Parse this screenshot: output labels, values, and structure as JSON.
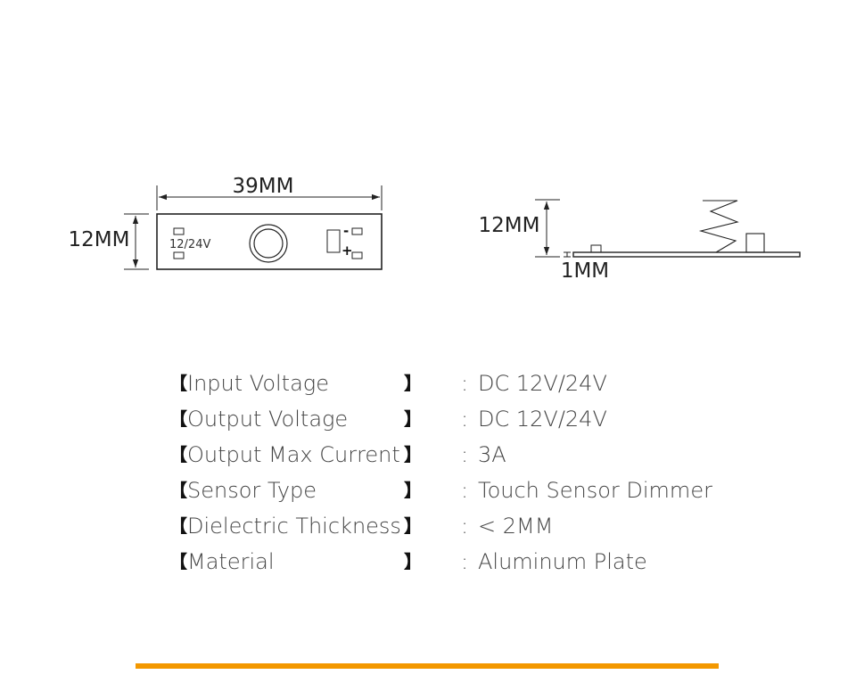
{
  "colors": {
    "accent_bar": "#F39800",
    "line": "#222222"
  },
  "top_view": {
    "width_label": "39MM",
    "height_label": "12MM",
    "voltage_text": "12/24V",
    "minus_symbol": "-",
    "plus_symbol": "+"
  },
  "side_view": {
    "height_label": "12MM",
    "thickness_label": "1MM"
  },
  "specs": [
    {
      "open": "【",
      "label": "Input Voltage",
      "close": "】",
      "colon": ":",
      "value": "DC 12V/24V"
    },
    {
      "open": "【",
      "label": "Output Voltage",
      "close": "】",
      "colon": ":",
      "value": "DC 12V/24V"
    },
    {
      "open": "【",
      "label": "Output Max Current",
      "close": "】",
      "colon": ":",
      "value": "3A"
    },
    {
      "open": "【",
      "label": "Sensor Type",
      "close": "】",
      "colon": ":",
      "value": "Touch Sensor Dimmer"
    },
    {
      "open": "【",
      "label": "Dielectric Thickness",
      "close": "】",
      "colon": ":",
      "value": "< 2MM"
    },
    {
      "open": "【",
      "label": "Material",
      "close": "】",
      "colon": ":",
      "value": "Aluminum Plate"
    }
  ]
}
